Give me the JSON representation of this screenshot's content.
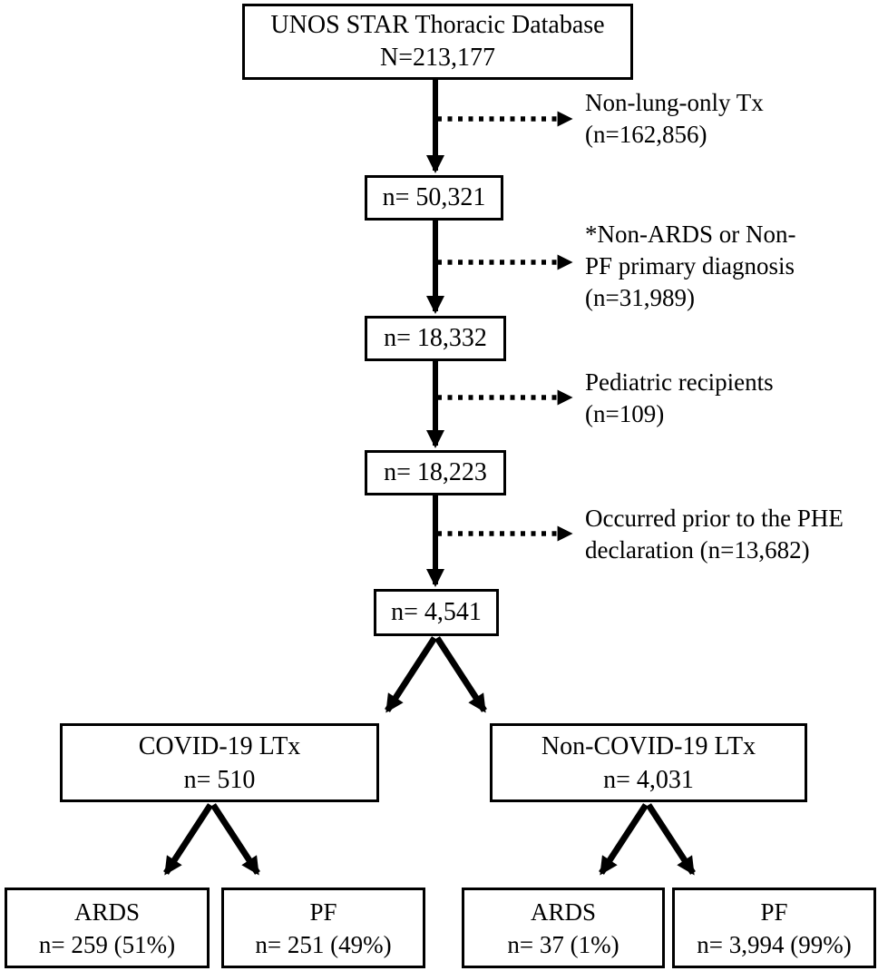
{
  "diagram": {
    "title_box": {
      "line1": "UNOS STAR Thoracic Database",
      "line2": "N=213,177"
    },
    "count_boxes": [
      {
        "text": "n= 50,321"
      },
      {
        "text": "n= 18,332"
      },
      {
        "text": "n= 18,223"
      },
      {
        "text": "n= 4,541"
      }
    ],
    "exclusions": [
      {
        "lines": [
          "Non-lung-only Tx",
          "(n=162,856)"
        ]
      },
      {
        "lines": [
          "*Non-ARDS or Non-",
          "PF primary diagnosis",
          "(n=31,989)"
        ]
      },
      {
        "lines": [
          "Pediatric recipients",
          "(n=109)"
        ]
      },
      {
        "lines": [
          "Occurred prior to the PHE",
          "declaration (n=13,682)"
        ]
      }
    ],
    "branch_boxes": [
      {
        "line1": "COVID-19 LTx",
        "line2": "n= 510"
      },
      {
        "line1": "Non-COVID-19 LTx",
        "line2": "n= 4,031"
      }
    ],
    "leaf_boxes": [
      {
        "line1": "ARDS",
        "line2": "n= 259 (51%)"
      },
      {
        "line1": "PF",
        "line2": "n= 251 (49%)"
      },
      {
        "line1": "ARDS",
        "line2": "n= 37 (1%)"
      },
      {
        "line1": "PF",
        "line2": "n= 3,994 (99%)"
      }
    ],
    "colors": {
      "line": "#000000",
      "box_border": "#000000",
      "text": "#000000",
      "background": "#ffffff"
    }
  }
}
